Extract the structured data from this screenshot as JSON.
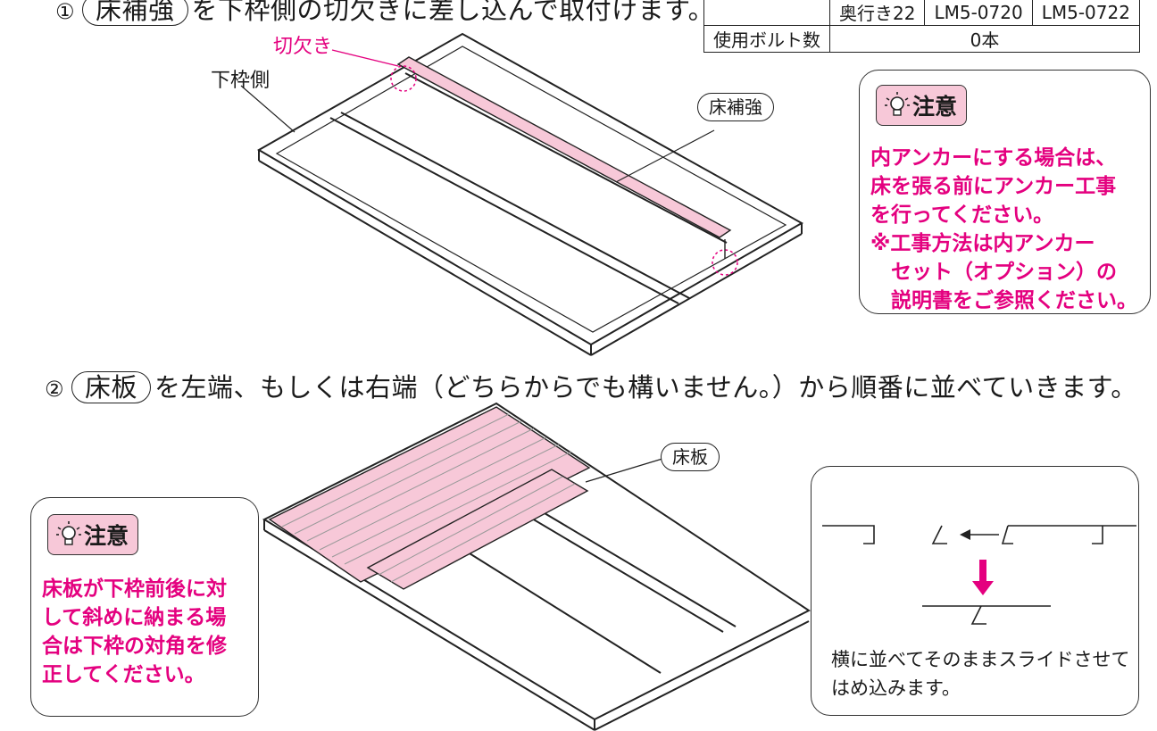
{
  "step1": {
    "number": "①",
    "part": "床補強",
    "text": "を下枠側の切欠きに差し込んで取付けます。"
  },
  "parts_table": {
    "depth_label": "奥行き22",
    "code_a": "LM5-0720",
    "code_b": "LM5-0722",
    "bolt_label": "使用ボルト数",
    "bolt_value": "0本"
  },
  "diagram1": {
    "notch_label": "切欠き",
    "frame_label": "下枠側",
    "part_label": "床補強"
  },
  "note1": {
    "title": "注意",
    "text": "内アンカーにする場合は、\n床を張る前にアンカー工事\nを行ってください。\n※工事方法は内アンカー\n　セット（オプション）の\n　説明書をご参照ください。"
  },
  "step2": {
    "number": "②",
    "part": "床板",
    "text": "を左端、もしくは右端（どちらからでも構いません。）から順番に並べていきます。"
  },
  "diagram2": {
    "part_label": "床板"
  },
  "note2": {
    "title": "注意",
    "text": "床板が下枠前後に対\nして斜めに納まる場\n合は下枠の対角を修\n正してください。"
  },
  "slide_panel": {
    "caption": "横に並べてそのままスライドさせて\nはめ込みます。"
  },
  "colors": {
    "accent_magenta": "#e4007f",
    "highlight_pink": "#f7c8d8",
    "line": "#222222"
  },
  "icons": [
    "lightbulb-icon",
    "arrow-left-icon",
    "arrow-down-icon"
  ]
}
